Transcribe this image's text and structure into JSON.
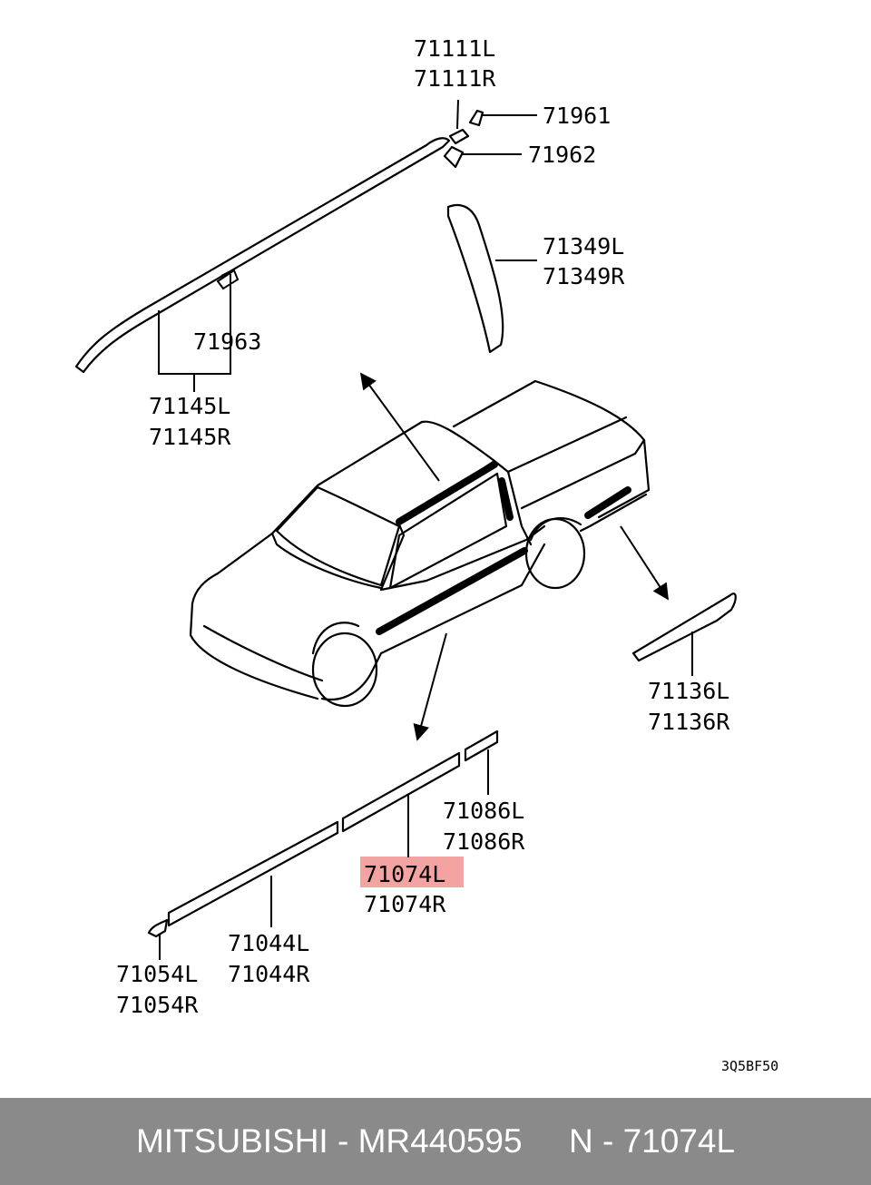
{
  "labels": {
    "p71111L": "71111L",
    "p71111R": "71111R",
    "p71961": "71961",
    "p71962": "71962",
    "p71349L": "71349L",
    "p71349R": "71349R",
    "p71963": "71963",
    "p71145L": "71145L",
    "p71145R": "71145R",
    "p71136L": "71136L",
    "p71136R": "71136R",
    "p71086L": "71086L",
    "p71086R": "71086R",
    "p71074L": "71074L",
    "p71074R": "71074R",
    "p71044L": "71044L",
    "p71044R": "71044R",
    "p71054L": "71054L",
    "p71054R": "71054R"
  },
  "diagram_code": "3Q5BF50",
  "highlight_color": "#f4a3a3",
  "footer": {
    "text": "MITSUBISHI - MR440595     N - 71074L",
    "background": "#8a8a8a",
    "color": "#ffffff"
  }
}
